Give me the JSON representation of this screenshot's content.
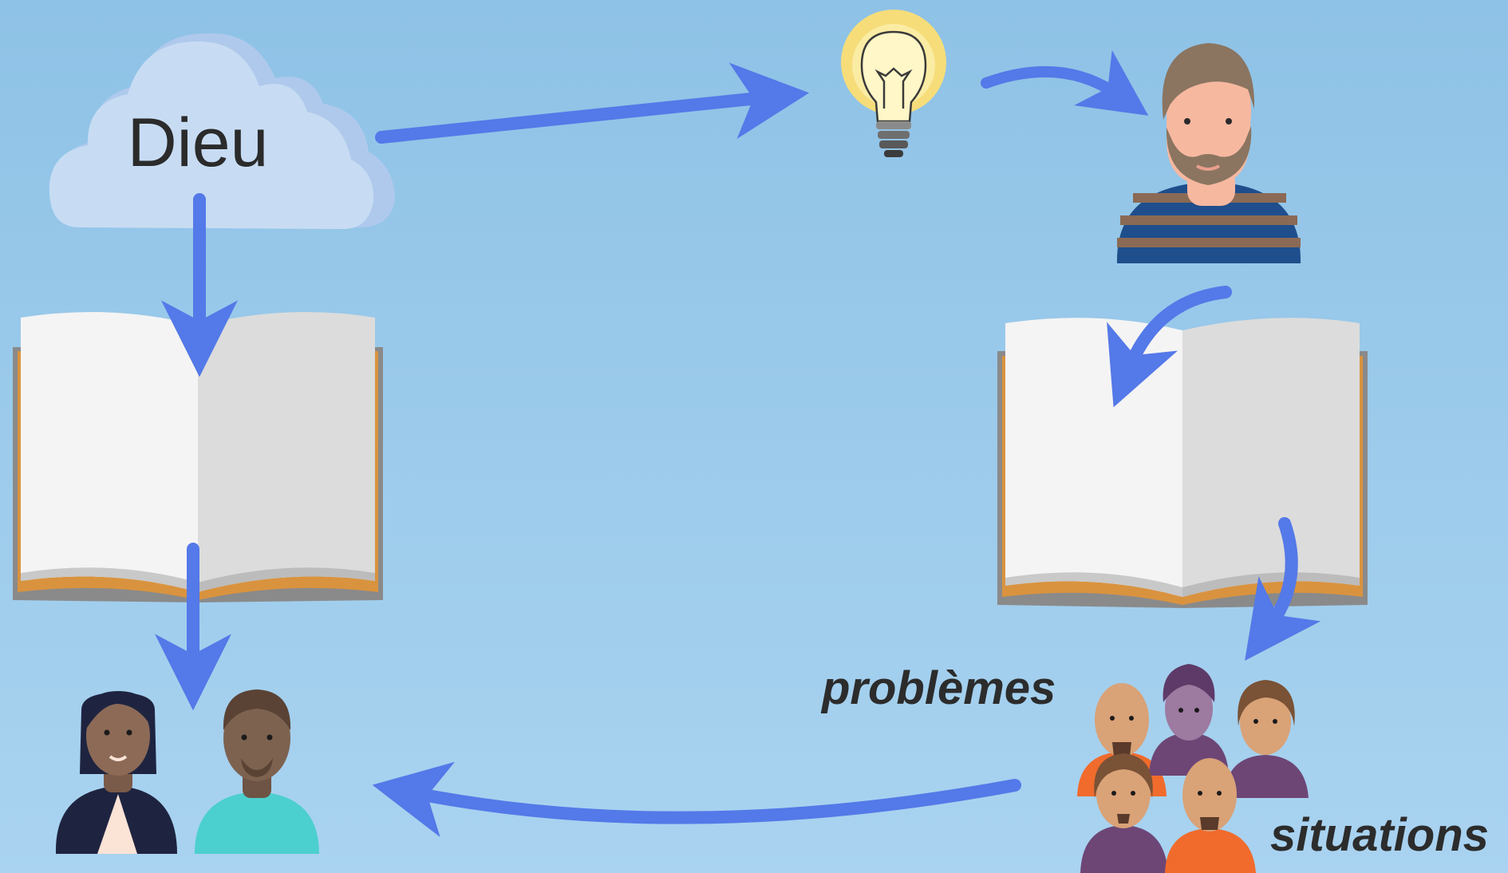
{
  "nodes": {
    "cloud_label": "Dieu",
    "problems_label": "problèmes",
    "situations_label": "situations"
  },
  "icons": {
    "cloud": "cloud-icon",
    "lightbulb": "lightbulb-icon",
    "author": "bearded-man-avatar-icon",
    "book_left": "open-book-icon",
    "book_right": "open-book-icon",
    "readers": "couple-avatars-icon",
    "group": "group-people-icon"
  },
  "colors": {
    "background": "#9fcbea",
    "arrow": "#5479e8",
    "cloud": "#c7dcf3",
    "book_page": "#f4f4f4",
    "book_cover": "#d9933f"
  }
}
